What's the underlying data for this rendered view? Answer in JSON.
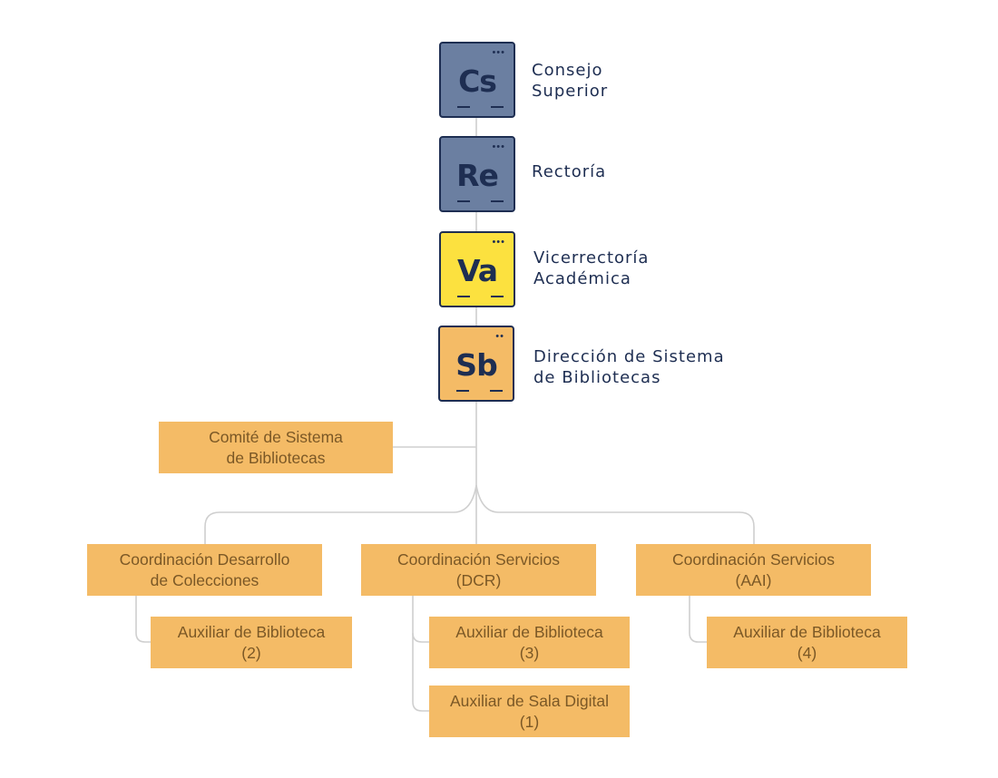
{
  "colors": {
    "navy": "#1e2e52",
    "tile_blue": "#6b7fa1",
    "tile_yellow": "#fce13f",
    "tile_orange": "#f4bb66",
    "box_fill": "#f4bb66",
    "box_text": "#7b5826",
    "connector": "#cfcfcf"
  },
  "tiles": [
    {
      "symbol": "Cs",
      "label": "Consejo\nSuperior",
      "dots": "•••",
      "color": "tile_blue"
    },
    {
      "symbol": "Re",
      "label": "Rectoría",
      "dots": "•••",
      "color": "tile_blue"
    },
    {
      "symbol": "Va",
      "label": "Vicerrectoría\nAcadémica",
      "dots": "•••",
      "color": "tile_yellow"
    },
    {
      "symbol": "Sb",
      "label": "Dirección de Sistema\nde Bibliotecas",
      "dots": "••",
      "color": "tile_orange"
    }
  ],
  "committee": {
    "label": "Comité de Sistema\nde Bibliotecas"
  },
  "coordinations": [
    {
      "label": "Coordinación Desarrollo\nde Colecciones",
      "children": [
        {
          "label": "Auxiliar de Biblioteca\n(2)"
        }
      ]
    },
    {
      "label": "Coordinación Servicios\n(DCR)",
      "children": [
        {
          "label": "Auxiliar de Biblioteca\n(3)"
        },
        {
          "label": "Auxiliar de Sala Digital\n(1)"
        }
      ]
    },
    {
      "label": "Coordinación Servicios\n(AAI)",
      "children": [
        {
          "label": "Auxiliar de Biblioteca\n(4)"
        }
      ]
    }
  ]
}
